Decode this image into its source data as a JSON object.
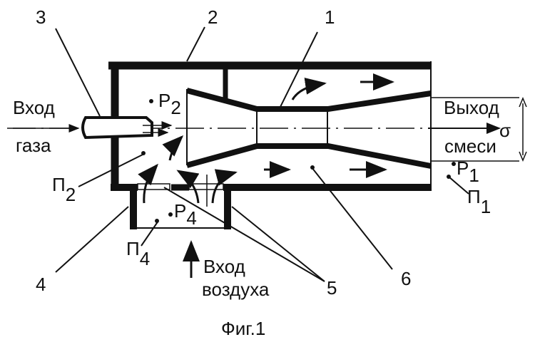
{
  "figure": {
    "caption": "Фиг.1",
    "callouts": [
      "1",
      "2",
      "3",
      "4",
      "5",
      "6"
    ],
    "gas_inlet": {
      "line1": "Вход",
      "line2": "газа"
    },
    "air_inlet": {
      "line1": "Вход",
      "line2": "воздуха"
    },
    "mixture_outlet": {
      "line1": "Выход",
      "line2": "смеси"
    },
    "points": {
      "p2": {
        "main": "P",
        "sub": "2"
      },
      "p4": {
        "main": "P",
        "sub": "4"
      },
      "p1": {
        "main": "P",
        "sub": "1"
      },
      "pi2": {
        "main": "П",
        "sub": "2"
      },
      "pi4": {
        "main": "П",
        "sub": "4"
      },
      "pi1": {
        "main": "П",
        "sub": "1"
      }
    },
    "dimension": "σ"
  }
}
